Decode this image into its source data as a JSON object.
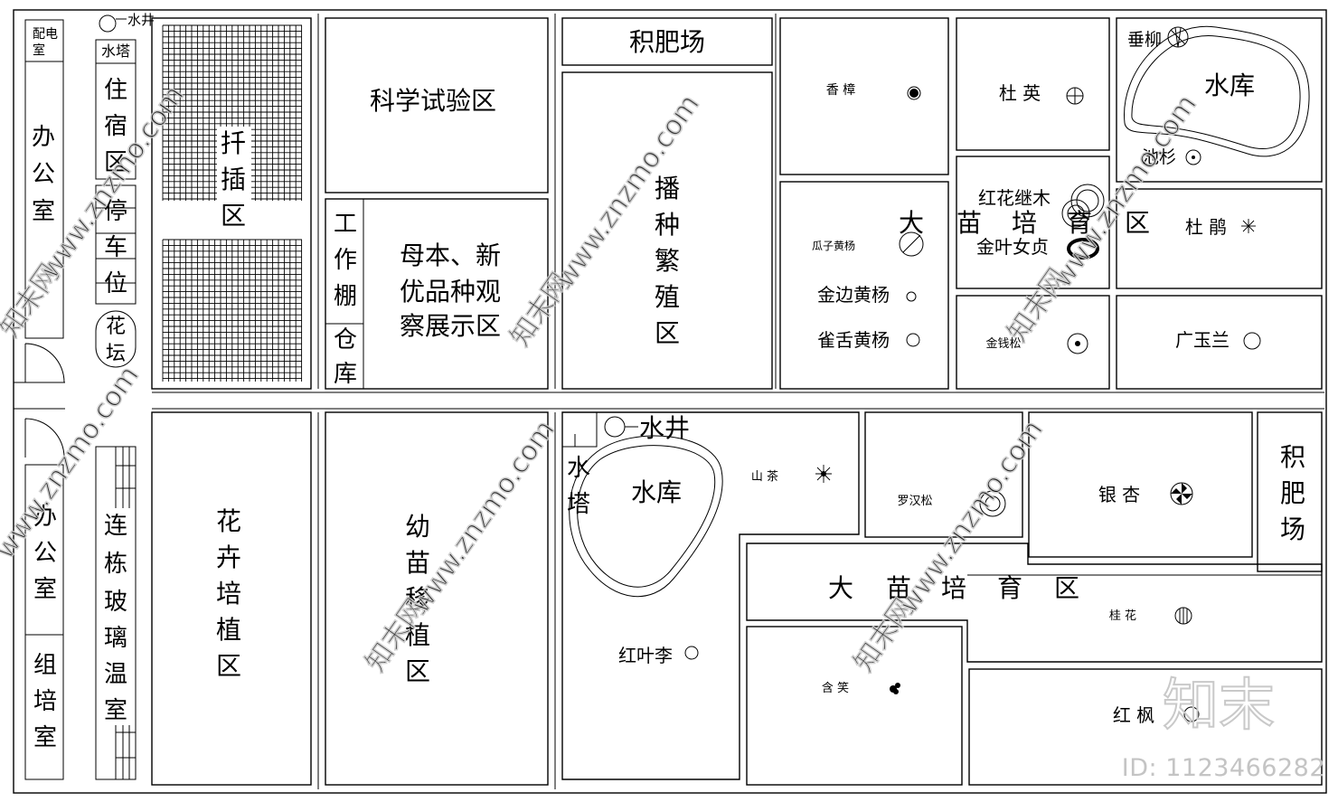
{
  "zones": {
    "power_room": "配电室",
    "office_1": "办公室",
    "office_2": "办公室",
    "tissue_culture": "组培室",
    "water_tower_1": "水塔",
    "dormitory": "住宿区",
    "parking": "停车位",
    "flower_bed": "花坛",
    "greenhouse": "连栋玻璃温室",
    "cutting_area": "扦插区",
    "science_area": "科学试验区",
    "work_shed": "工作棚",
    "warehouse": "仓库",
    "mother_display_lines": [
      "母本、新",
      "优品种观",
      "察展示区"
    ],
    "compost_1": "积肥场",
    "sowing_area": "播种繁殖区",
    "flower_area": "花卉培植区",
    "seedling_transplant": "幼苗移植区",
    "well_1": "水井",
    "well_2": "水井",
    "reservoir_1": "水库",
    "reservoir_2": "水库",
    "water_tower_2": "水塔",
    "big_seedling_upper": [
      "大",
      "苗",
      "培",
      "育",
      "区"
    ],
    "big_seedling_lower": [
      "大",
      "苗",
      "培",
      "育",
      "区"
    ],
    "compost_2": "积肥场"
  },
  "plants": {
    "xiangzhang": "香 樟",
    "duying": "杜 英",
    "chuiliu": "垂柳",
    "chishan": "池杉",
    "hongjimu": "红花继木",
    "jinyenvzhen": "金叶女贞",
    "guazihuangyang": "瓜子黄杨",
    "jinbianhuangyang": "金边黄杨",
    "queshehuangyang": "雀舌黄杨",
    "dujuan": "杜 鹃",
    "jinqiansong": "金钱松",
    "guangyulan": "广玉兰",
    "shancha": "山 茶",
    "luohansong": "罗汉松",
    "yinxing": "银 杏",
    "guihua": "桂 花",
    "hongyeli": "红叶李",
    "hanxiao": "含 笑",
    "hongfeng": "红 枫"
  },
  "watermark": {
    "site": "www.znzmo.com",
    "brand": "知末网",
    "logo": "知末",
    "id": "ID: 1123466282"
  }
}
